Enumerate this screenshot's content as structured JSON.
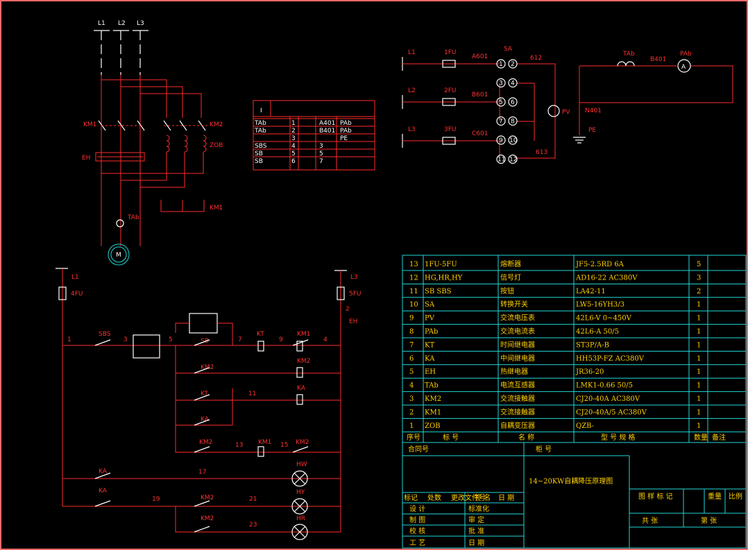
{
  "colors": {
    "background": "#000000",
    "wire_red": "#ff2b2b",
    "wire_white": "#ffffff",
    "table_cyan": "#22d8d8",
    "text_yellow": "#ffd000",
    "frame": "#ff6a6a"
  },
  "power": {
    "phases": [
      "L1",
      "L2",
      "L3"
    ],
    "contactor_km1": "KM1",
    "contactor_km2": "KM2",
    "transformer": "ZOB",
    "relay_eh": "EH",
    "ct": "TAb",
    "km1_lower": "KM1",
    "motor": "M"
  },
  "switch_table": {
    "header": "I",
    "rows": [
      [
        "TAb",
        "1",
        "A401",
        "PAb"
      ],
      [
        "TAb",
        "2",
        "B401",
        "PAb"
      ],
      [
        "",
        "3",
        "",
        "PE"
      ],
      [
        "SBS",
        "4",
        "3",
        ""
      ],
      [
        "SB",
        "5",
        "5",
        ""
      ],
      [
        "SB",
        "6",
        "7",
        ""
      ]
    ]
  },
  "meters": {
    "phases": [
      "L1",
      "L2",
      "L3"
    ],
    "fuses": [
      "1FU",
      "2FU",
      "3FU"
    ],
    "nodes": [
      "A601",
      "B601",
      "C601"
    ],
    "switch_label": "SA",
    "terminals": [
      "1",
      "2",
      "3",
      "4",
      "5",
      "6",
      "7",
      "8",
      "9",
      "10",
      "11",
      "12"
    ],
    "wire_top": "612",
    "wire_bottom": "613",
    "voltmeter": "PV",
    "ct": "TAb",
    "ct_node": "B401",
    "ammeter": "PAb",
    "ammeter_symbol": "A",
    "ground_node": "N401",
    "ground": "PE"
  },
  "control": {
    "left_supply": "L1",
    "left_fuse": "4FU",
    "right_supply": "L3",
    "right_fuse": "5FU",
    "relay": "EH",
    "node_labels": [
      "1",
      "3",
      "5",
      "7",
      "9",
      "4",
      "2",
      "11",
      "13",
      "15",
      "17",
      "19",
      "21",
      "23"
    ],
    "component_labels": [
      "SBS",
      "SB",
      "KM2",
      "KT",
      "KA",
      "KM1",
      "KM2",
      "KA",
      "KM2",
      "KM2",
      "KA",
      "KM1",
      "KM2",
      "KT",
      "KA",
      "KM2"
    ],
    "lamps": [
      "HW",
      "HY",
      "HR"
    ]
  },
  "parts": {
    "rows": [
      [
        "13",
        "1FU-5FU",
        "熔断器",
        "JF5-2.5RD 6A",
        "5",
        ""
      ],
      [
        "12",
        "HG,HR,HY",
        "信号灯",
        "AD16-22 AC380V",
        "3",
        ""
      ],
      [
        "11",
        "SB SBS",
        "按钮",
        "LA42-11",
        "2",
        ""
      ],
      [
        "10",
        "SA",
        "转换开关",
        "LW5-16YH3/3",
        "1",
        ""
      ],
      [
        "9",
        "PV",
        "交流电压表",
        "42L6-V 0~450V",
        "1",
        ""
      ],
      [
        "8",
        "PAb",
        "交流电流表",
        "42L6-A 50/5",
        "1",
        ""
      ],
      [
        "7",
        "KT",
        "时间继电器",
        "ST3P/A-B",
        "1",
        ""
      ],
      [
        "6",
        "KA",
        "中间继电器",
        "HH53P-FZ AC380V",
        "1",
        ""
      ],
      [
        "5",
        "EH",
        "热继电器",
        "JR36-20",
        "1",
        ""
      ],
      [
        "4",
        "TAb",
        "电流互感器",
        "LMK1-0.66 50/5",
        "1",
        ""
      ],
      [
        "3",
        "KM2",
        "交流接触器",
        "CJ20-40A AC380V",
        "1",
        ""
      ],
      [
        "2",
        "KM1",
        "交流接触器",
        "CJ20-40A/5 AC380V",
        "1",
        ""
      ],
      [
        "1",
        "ZOB",
        "自耦变压器",
        "QZB-",
        "1",
        ""
      ]
    ],
    "header": [
      "序号",
      "标  号",
      "名  称",
      "型 号 规 格",
      "数量",
      "备注"
    ]
  },
  "title_block": {
    "contract": "合同号",
    "project": "柜 号",
    "title": "14~20KW自耦降压原理图",
    "rev_headers": [
      "标记",
      "处数",
      "更改文件号",
      "签  名",
      "日  期"
    ],
    "design": "设  计",
    "drafting": "制  图",
    "check": "校  核",
    "process": "工  艺",
    "standard": "标准化",
    "review": "审  定",
    "approve": "批  准",
    "date": "日  期",
    "drawing_mark": "图 样 标 记",
    "weight": "重量",
    "scale": "比例",
    "total_sheets": "共  张",
    "sheet_no": "第  张"
  }
}
